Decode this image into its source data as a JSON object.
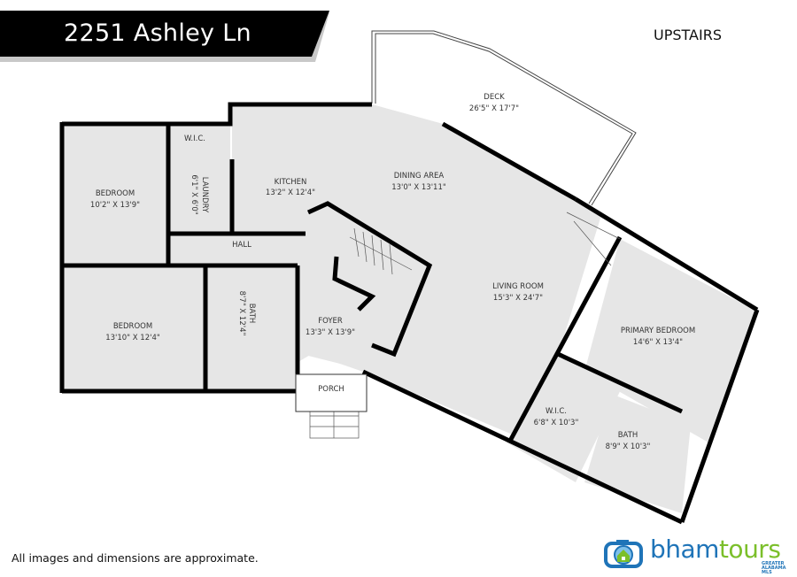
{
  "header": {
    "address": "2251 Ashley Ln",
    "floor": "UPSTAIRS"
  },
  "footer": {
    "disclaimer": "All images and dimensions are approximate.",
    "brand_primary": "bham",
    "brand_secondary": "tours",
    "mls_badge": "GREATER ALABAMA MLS"
  },
  "colors": {
    "banner": "#000000",
    "room_fill": "#e6e6e6",
    "wall": "#000000",
    "brand_blue": "#1f74b8",
    "brand_green": "#7bbf2a"
  },
  "rooms": [
    {
      "name": "DECK",
      "dims": "26'5\" X 17'7\""
    },
    {
      "name": "W.I.C.",
      "dims": ""
    },
    {
      "name": "KITCHEN",
      "dims": "13'2\" X 12'4\""
    },
    {
      "name": "DINING AREA",
      "dims": "13'0\" X 13'11\""
    },
    {
      "name": "BEDROOM",
      "dims": "10'2\" X 13'9\""
    },
    {
      "name": "LAUNDRY",
      "dims": "6'1\" X 6'0\""
    },
    {
      "name": "HALL",
      "dims": ""
    },
    {
      "name": "LIVING ROOM",
      "dims": "15'3\" X 24'7\""
    },
    {
      "name": "BATH",
      "dims": "8'7\" X 12'4\""
    },
    {
      "name": "BEDROOM",
      "dims": "13'10\" X 12'4\""
    },
    {
      "name": "FOYER",
      "dims": "13'3\" X 13'9\""
    },
    {
      "name": "PRIMARY BEDROOM",
      "dims": "14'6\" X 13'4\""
    },
    {
      "name": "PORCH",
      "dims": ""
    },
    {
      "name": "W.I.C.",
      "dims": "6'8\" X 10'3\""
    },
    {
      "name": "BATH",
      "dims": "8'9\" X 10'3\""
    }
  ]
}
